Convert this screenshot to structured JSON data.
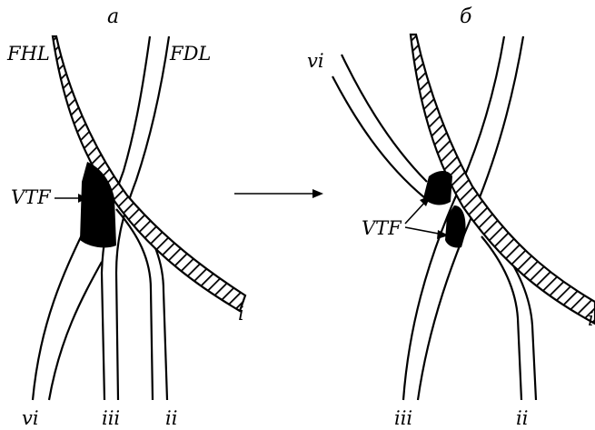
{
  "panels": {
    "left": {
      "label": "а",
      "tendon_labels": {
        "fhl": "FHL",
        "fdl": "FDL",
        "vtf": "VTF"
      },
      "branch_labels": {
        "i": "i",
        "ii": "ii",
        "iii": "iii",
        "vi": "vi"
      }
    },
    "right": {
      "label": "б",
      "tendon_labels": {
        "vtf": "VTF"
      },
      "branch_labels": {
        "i": "i",
        "ii": "ii",
        "iii": "iii",
        "vi": "vi"
      }
    }
  },
  "colors": {
    "ink": "#000000",
    "paper": "#ffffff"
  }
}
